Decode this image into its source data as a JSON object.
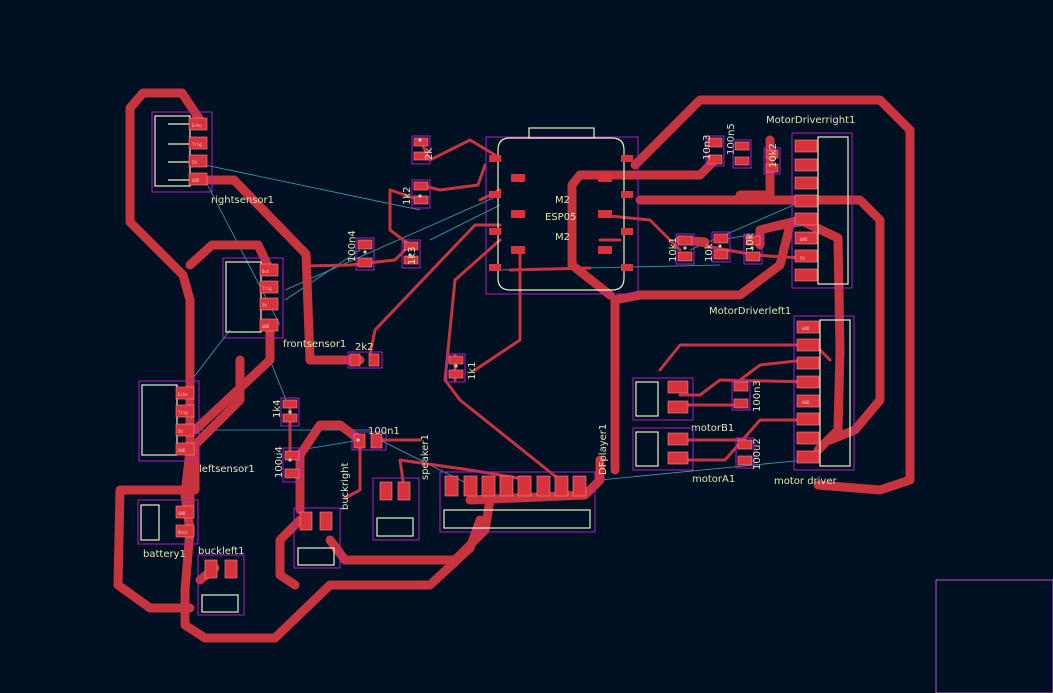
{
  "editor": {
    "name": "PCB board view",
    "background": "#001023"
  },
  "colors": {
    "copper": "#c8343e",
    "pad": "#d8323d",
    "courtyard": "#b21dbf",
    "silkscreen": "#f0f0c8",
    "ratsnest": "#3aa6b8"
  },
  "labels": {
    "rightsensor": "rightsensor1",
    "frontsensor": "frontsensor1",
    "leftsensor": "leftsensor1",
    "battery": "battery1",
    "buckleft": "buckleft1",
    "buckright": "buckright",
    "speaker": "speaker1",
    "dfplayer": "DFplayer1",
    "motorB": "motorB1",
    "motorA": "motorA1",
    "motordriver": "motor driver",
    "motordriverright": "MotorDriverright1",
    "motordriverleft": "MotorDriverleft1",
    "esp_m2a": "M2",
    "esp_name": "ESP05",
    "esp_m2b": "M2",
    "r_1k2": "1k2",
    "r_1k3": "1k3",
    "r_2k": "2k",
    "r_2k2": "2k2",
    "r_1k4": "1k4",
    "r_1k1": "1k1",
    "c_100n4": "100n4",
    "c_100u4": "100u4",
    "c_100n1": "100n1",
    "c_100n3": "100n3",
    "c_100u2": "100u2",
    "c_100n5": "100n5",
    "c_10n3": "10n3",
    "r_10k": "10k",
    "r_10k1": "10k1",
    "r_10k2": "10k2",
    "r_10k0": "10k"
  },
  "pin_labels": {
    "out": "Out",
    "trig": "Trig",
    "echo": "Echo",
    "vcc": "5V",
    "gnd": "GND",
    "bat": "Batt"
  }
}
